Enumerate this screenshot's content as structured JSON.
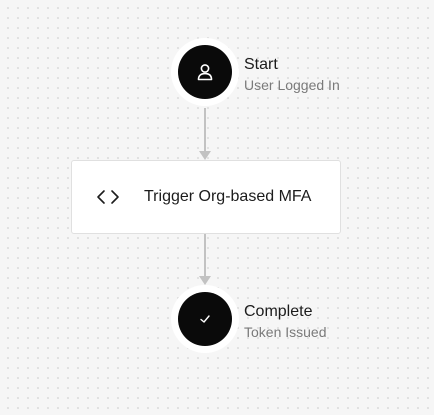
{
  "flow": {
    "start": {
      "title": "Start",
      "subtitle": "User Logged In",
      "icon": "user-icon"
    },
    "action": {
      "label": "Trigger Org-based MFA",
      "icon": "code-brackets-icon"
    },
    "complete": {
      "title": "Complete",
      "subtitle": "Token Issued",
      "icon": "checkmark-icon"
    }
  },
  "colors": {
    "node_fill": "#0a0a0a",
    "connector": "#c2c2c2",
    "canvas_background": "#f6f6f6"
  }
}
